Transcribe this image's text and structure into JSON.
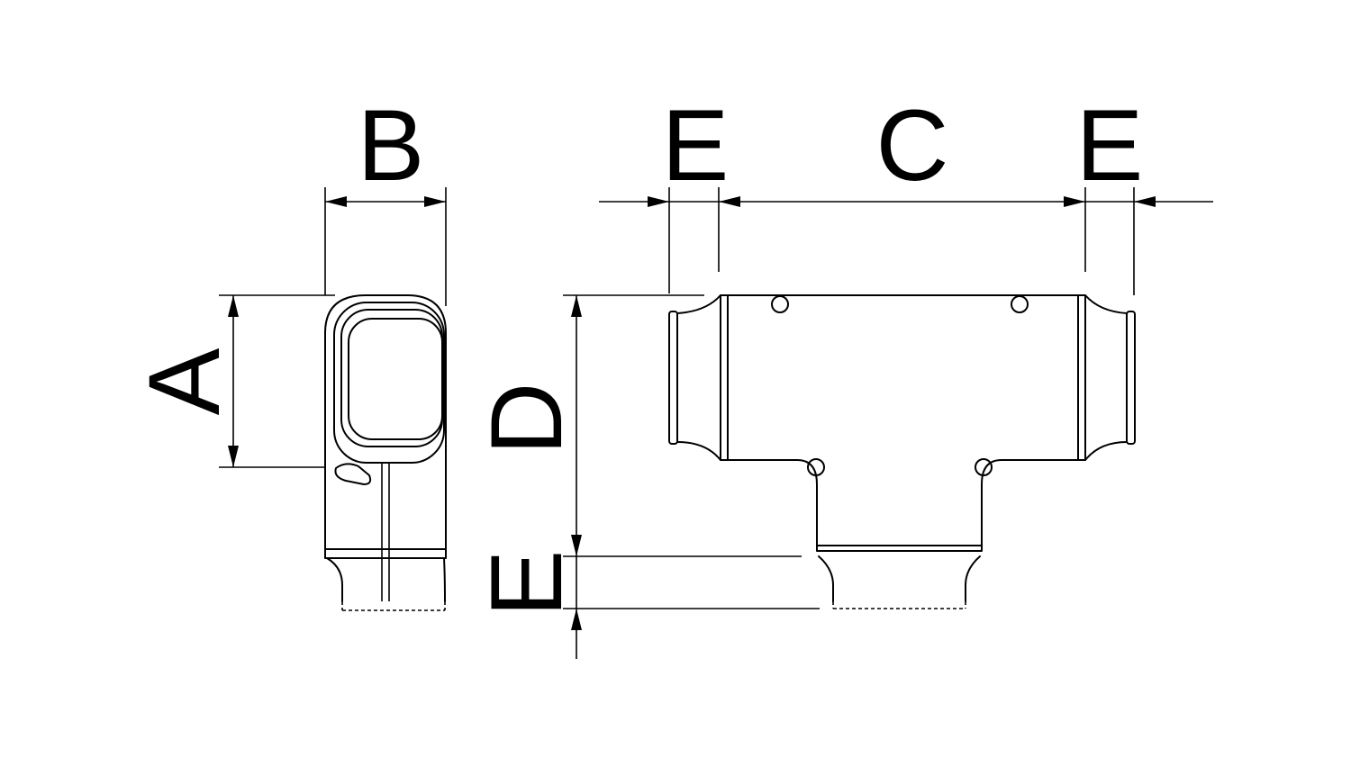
{
  "dimensions": {
    "a": "A",
    "b": "B",
    "c": "C",
    "d": "D",
    "e_left": "E",
    "e_right": "E",
    "e_bottom": "E"
  },
  "colors": {
    "line": "#000000",
    "opening_fill": "#e6e6e6",
    "background": "#ffffff"
  }
}
